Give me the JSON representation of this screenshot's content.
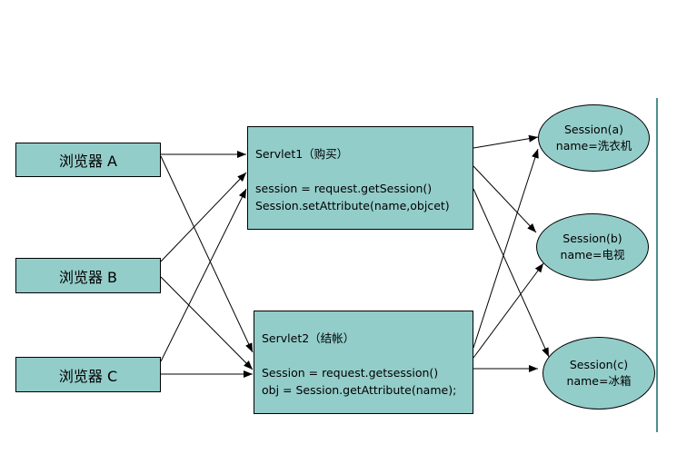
{
  "browsers": [
    {
      "label": "浏览器 A"
    },
    {
      "label": "浏览器 B"
    },
    {
      "label": "浏览器 C"
    }
  ],
  "servlet1": {
    "title": "Servlet1（购买）",
    "line1": "session = request.getSession()",
    "line2": "Session.setAttribute(name,objcet)"
  },
  "servlet2": {
    "title": "Servlet2（结帐）",
    "line1": "Session = request.getsession()",
    "line2": "obj = Session.getAttribute(name);"
  },
  "sessions": [
    {
      "id": "Session(a)",
      "value": "name=洗衣机"
    },
    {
      "id": "Session(b)",
      "value": "name=电视"
    },
    {
      "id": "Session(c)",
      "value": "name=冰箱"
    }
  ],
  "colors": {
    "box_fill": "#93cdca",
    "stroke": "#000000"
  }
}
